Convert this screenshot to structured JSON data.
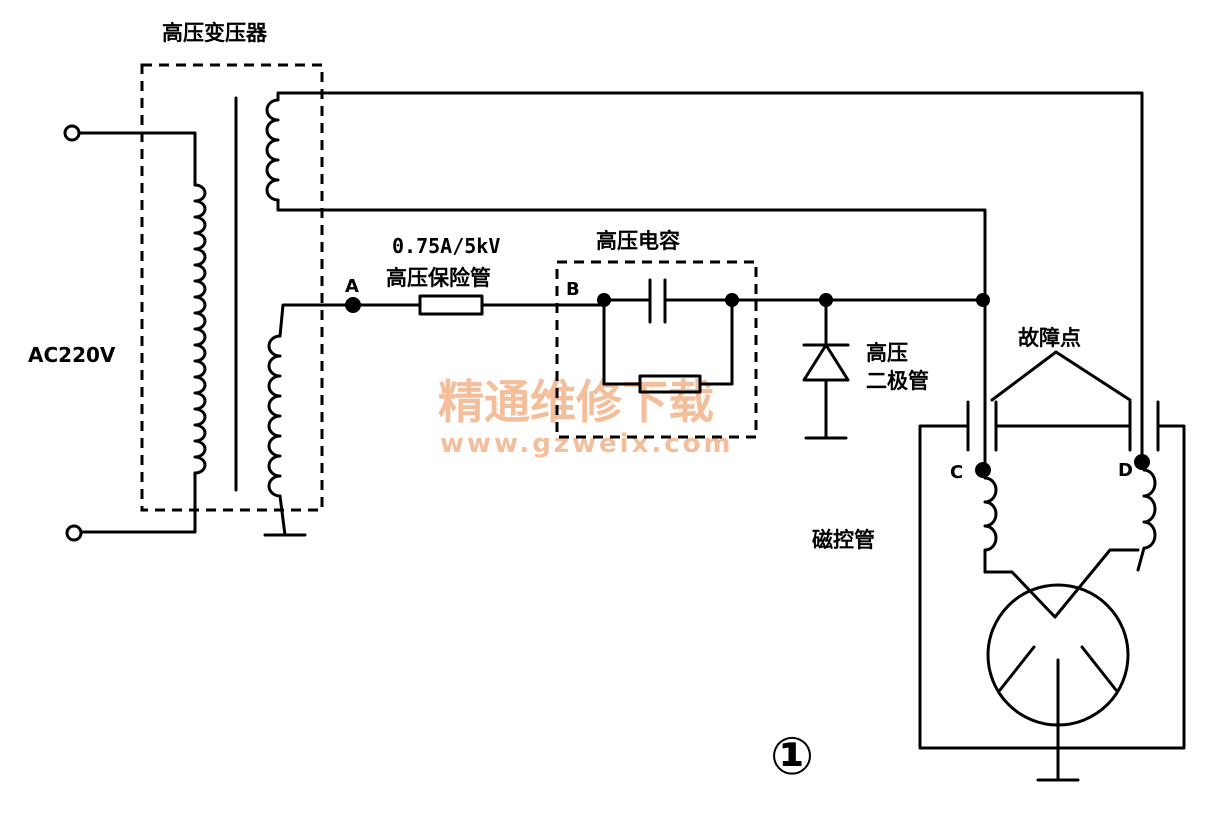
{
  "labels": {
    "transformer": "高压变压器",
    "ac_input": "AC220V",
    "fuse_rating": "0.75A/5kV",
    "fuse": "高压保险管",
    "capacitor": "高压电容",
    "diode_line1": "高压",
    "diode_line2": "二极管",
    "fault_point": "故障点",
    "magnetron": "磁控管",
    "node_a": "A",
    "node_b": "B",
    "node_c": "C",
    "node_d": "D",
    "figure_number": "①"
  },
  "watermark": {
    "line1": "精通维修下载",
    "line2": "www.gzweix.com"
  },
  "colors": {
    "ink": "#000000",
    "watermark": "#f3b38a",
    "background": "#ffffff"
  }
}
